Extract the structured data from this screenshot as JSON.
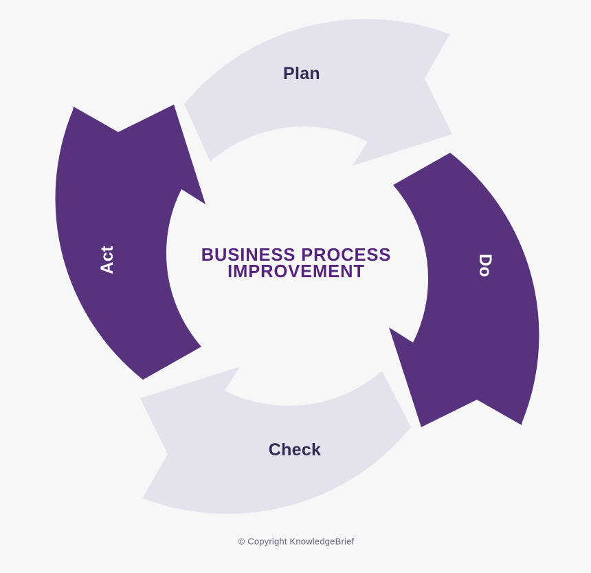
{
  "diagram": {
    "type": "pdca-cycle",
    "title_lines": [
      "BUSINESS PROCESS",
      "IMPROVEMENT"
    ],
    "center_title": "BUSINESS PROCESS IMPROVEMENT",
    "segments": [
      {
        "id": "plan",
        "label": "Plan",
        "fill": "#e5e2ee",
        "text_color": "#342a54",
        "position": "top",
        "rotation": 0
      },
      {
        "id": "do",
        "label": "Do",
        "fill": "#56337c",
        "text_color": "#ffffff",
        "position": "right",
        "rotation": 90
      },
      {
        "id": "check",
        "label": "Check",
        "fill": "#e5e2ee",
        "text_color": "#342a54",
        "position": "bottom",
        "rotation": 0
      },
      {
        "id": "act",
        "label": "Act",
        "fill": "#56337c",
        "text_color": "#ffffff",
        "position": "left",
        "rotation": -90
      }
    ]
  },
  "colors": {
    "background": "#f7f7f7",
    "dark_purple": "#56337c",
    "light_lavender": "#e5e2ee",
    "title_purple": "#56237e",
    "label_dark": "#342a54",
    "footer_gray": "#6b5f80"
  },
  "footer": {
    "copyright": "© Copyright KnowledgeBrief"
  }
}
